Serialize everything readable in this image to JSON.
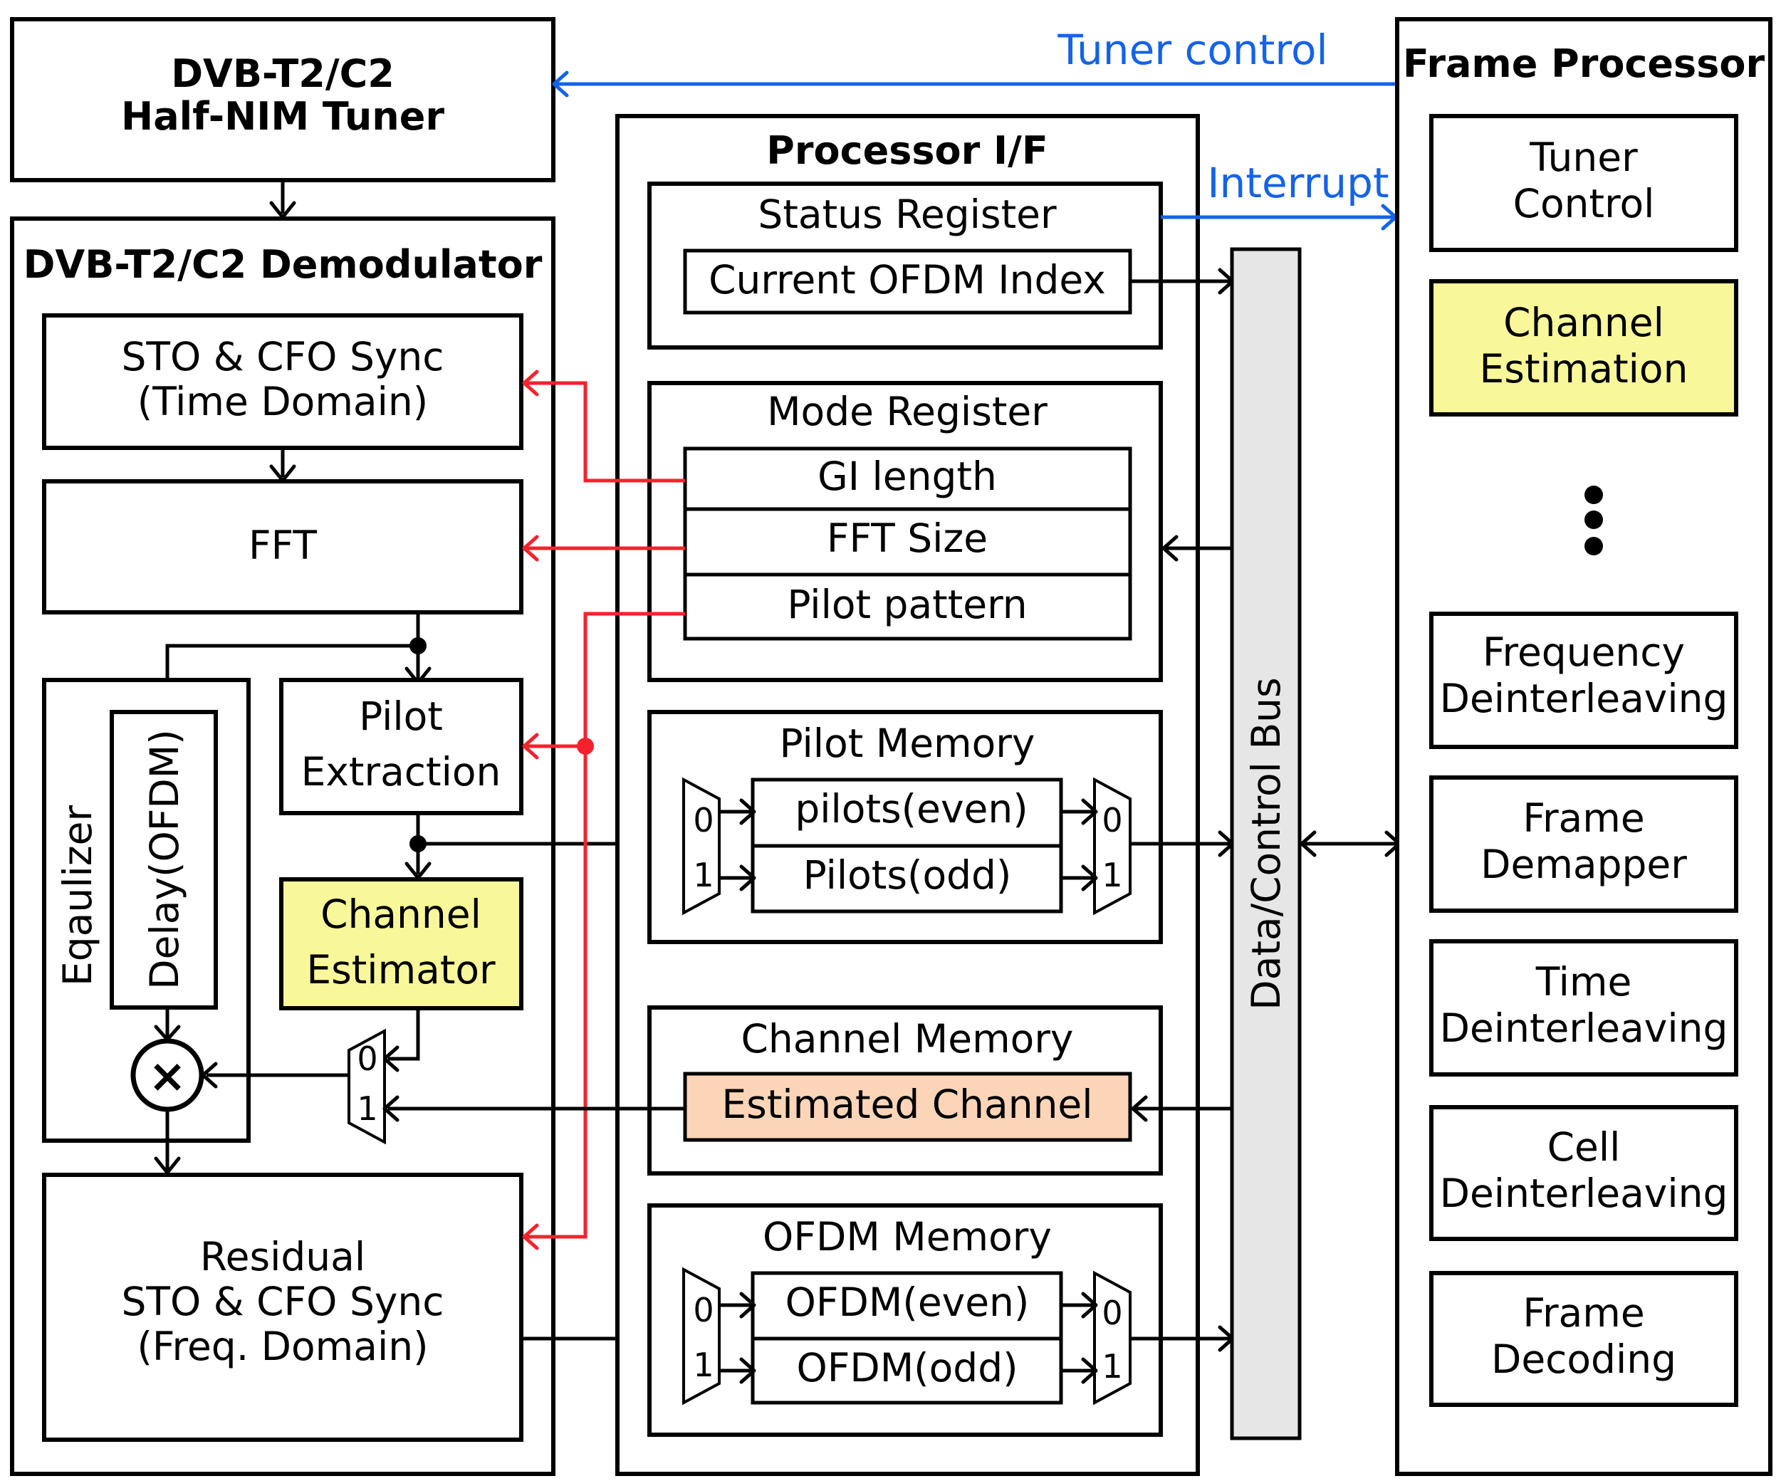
{
  "tuner": {
    "line1": "DVB-T2/C2",
    "line2": "Half-NIM Tuner"
  },
  "demodulator": {
    "title": "DVB-T2/C2 Demodulator",
    "sto_cfo": {
      "line1": "STO & CFO Sync",
      "line2": "(Time Domain)"
    },
    "fft": "FFT",
    "equalizer": "Eqaulizer",
    "delay": "Delay(OFDM)",
    "pilot_extraction": {
      "line1": "Pilot",
      "line2": "Extraction"
    },
    "channel_estimator": {
      "line1": "Channel",
      "line2": "Estimator"
    },
    "residual": {
      "line1": "Residual",
      "line2": "STO & CFO Sync",
      "line3": "(Freq. Domain)"
    },
    "multiply_symbol": "×",
    "mux_in0": "0",
    "mux_in1": "1"
  },
  "processor_if": {
    "title": "Processor I/F",
    "status_register": {
      "title": "Status Register",
      "field": "Current OFDM Index"
    },
    "mode_register": {
      "title": "Mode Register",
      "fields": [
        "GI length",
        "FFT Size",
        "Pilot pattern"
      ]
    },
    "pilot_memory": {
      "title": "Pilot Memory",
      "banks": [
        "pilots(even)",
        "Pilots(odd)"
      ],
      "mux_labels": [
        "0",
        "1"
      ]
    },
    "channel_memory": {
      "title": "Channel Memory",
      "field": "Estimated Channel"
    },
    "ofdm_memory": {
      "title": "OFDM Memory",
      "banks": [
        "OFDM(even)",
        "OFDM(odd)"
      ],
      "mux_labels": [
        "0",
        "1"
      ]
    },
    "bus": "Data/Control Bus"
  },
  "signals": {
    "tuner_control": "Tuner control",
    "interrupt": "Interrupt"
  },
  "frame_processor": {
    "title": "Frame Processor",
    "tuner_control": {
      "line1": "Tuner",
      "line2": "Control"
    },
    "channel_estimation": {
      "line1": "Channel",
      "line2": "Estimation"
    },
    "freq_deint": {
      "line1": "Frequency",
      "line2": "Deinterleaving"
    },
    "frame_demapper": {
      "line1": "Frame",
      "line2": "Demapper"
    },
    "time_deint": {
      "line1": "Time",
      "line2": "Deinterleaving"
    },
    "cell_deint": {
      "line1": "Cell",
      "line2": "Deinterleaving"
    },
    "frame_decoding": {
      "line1": "Frame",
      "line2": "Decoding"
    }
  },
  "colors": {
    "highlight_yellow": "#f8f89a",
    "highlight_peach": "#fcd5b8",
    "red_control": "#f5222d",
    "blue_signal": "#1463e8",
    "bus_gray": "#e6e6e6"
  }
}
